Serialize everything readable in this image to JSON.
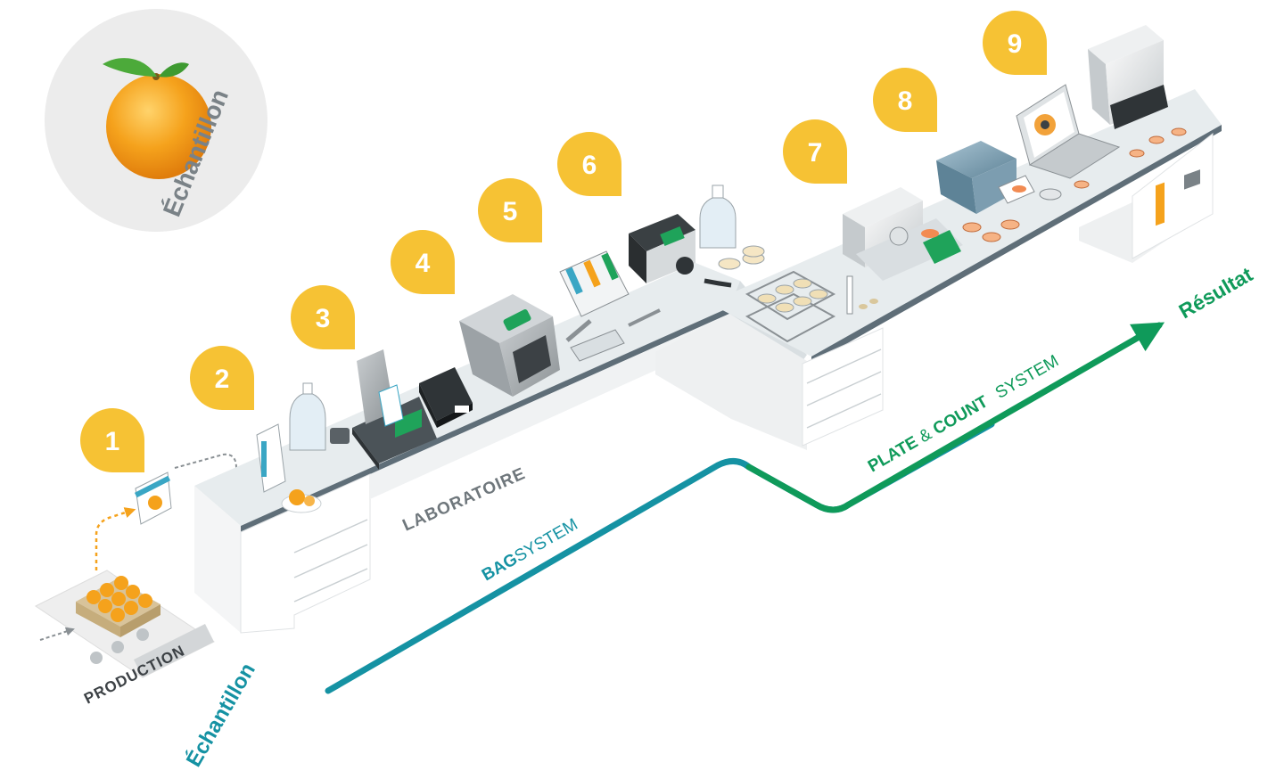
{
  "sample_badge": {
    "label": "Échantillon"
  },
  "steps": [
    "1",
    "2",
    "3",
    "4",
    "5",
    "6",
    "7",
    "8",
    "9"
  ],
  "labels": {
    "production": "PRODUCTION",
    "laboratory": "LABORATOIRE",
    "bag_bold": "BAG",
    "bag_light": "SYSTEM",
    "plate_bold": "PLATE",
    "plate_amp": "&",
    "count_bold": "COUNT",
    "plate_system": "SYSTEM",
    "start": "Échantillon",
    "end": "Résultat"
  },
  "colors": {
    "step_badge": "#f6c234",
    "bag_line": "#1592a3",
    "plate_line": "#0f9a5a",
    "orange": "#f5a21c",
    "bench_top": "#e7ecee",
    "bench_edge": "#5f6e78"
  },
  "icons": [
    "orange-icon",
    "conveyor-icon",
    "sample-bag-icon",
    "dilutor-icon",
    "blender-icon",
    "printer-icon",
    "incubator-icon",
    "pipette-icon",
    "pump-icon",
    "petri-rack-icon",
    "spiral-plater-icon",
    "colony-counter-icon",
    "laptop-icon",
    "reader-icon"
  ]
}
